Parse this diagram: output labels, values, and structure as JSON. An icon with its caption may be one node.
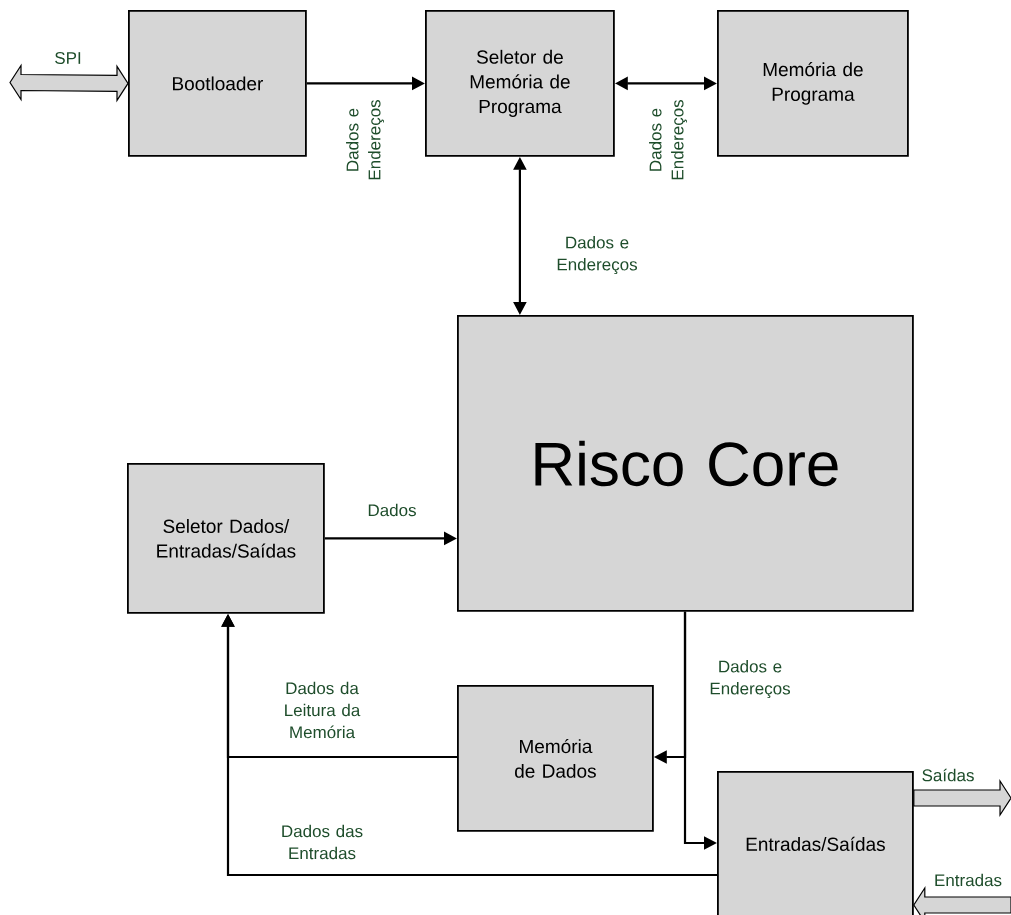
{
  "diagram": {
    "nodes": [
      {
        "text": [
          "Bootloader"
        ]
      },
      {
        "text": [
          "Seletor de Memória de Programa"
        ]
      },
      {
        "text": [
          "Memória de Programa"
        ]
      },
      {
        "text": [
          "Risco Core"
        ]
      },
      {
        "text": [
          "Seletor Dados/ Entradas/Saídas"
        ]
      },
      {
        "text": [
          "Memória de Dados"
        ]
      },
      {
        "text": [
          "Entradas/Saídas"
        ]
      }
    ],
    "edges": [
      {
        "from": null,
        "to": 0,
        "arrow": "both",
        "label": "SPI",
        "style": "thick"
      },
      {
        "from": 0,
        "to": 1,
        "arrow": "to",
        "label": "Dados e Endereços"
      },
      {
        "from": 1,
        "to": 2,
        "arrow": "both",
        "label": "Dados e Endereços"
      },
      {
        "from": 1,
        "to": 3,
        "arrow": "both",
        "label": "Dados e Endereços"
      },
      {
        "from": 4,
        "to": 3,
        "arrow": "to",
        "label": "Dados"
      },
      {
        "from": 3,
        "to": 5,
        "arrow": "to",
        "label": "Dados e Endereços"
      },
      {
        "from": 3,
        "to": 6,
        "arrow": "to"
      },
      {
        "from": 5,
        "to": 4,
        "arrow": "to",
        "label": "Dados da Leitura da Memória"
      },
      {
        "from": 6,
        "to": 4,
        "arrow": "to",
        "label": "Dados das Entradas"
      },
      {
        "from": 6,
        "to": null,
        "arrow": "to",
        "label": "Saídas",
        "style": "thick"
      },
      {
        "from": null,
        "to": 6,
        "arrow": "to",
        "label": "Entradas",
        "style": "thick"
      }
    ]
  }
}
